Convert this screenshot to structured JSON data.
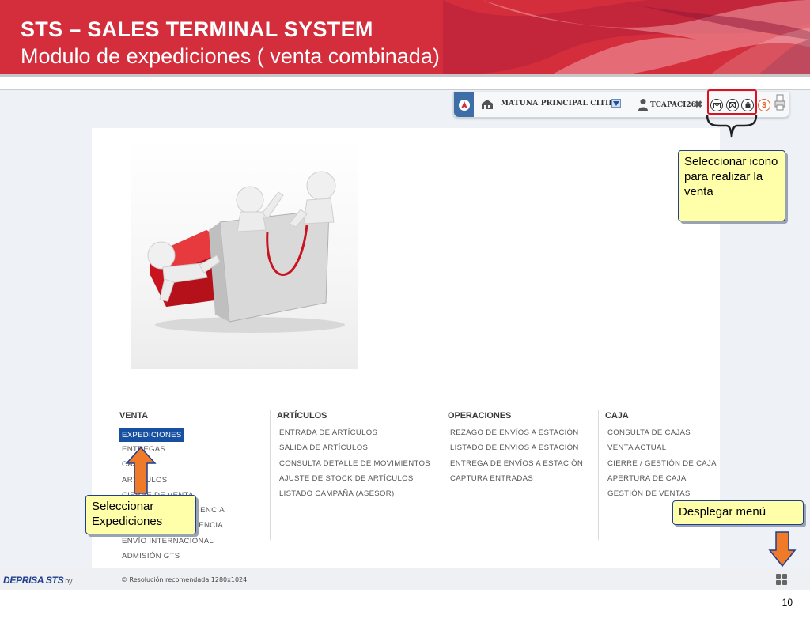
{
  "slide": {
    "title": "STS – SALES  TERMINAL SYSTEM",
    "subtitle": "Modulo de expediciones ( venta combinada)",
    "page_number": "10"
  },
  "toolbar": {
    "station": "MATUNA PRINCIPAL CITIBANK",
    "user": "TCAPACI26",
    "close": "✖",
    "dollar": "$"
  },
  "menu": {
    "columns": [
      {
        "header": "VENTA",
        "items": [
          "EXPEDICIONES",
          "ENTREGAS",
          "CAJA",
          "ARTÍCULOS",
          "CIERRE DE VENTA",
          "ADMISIÓN CONTINGENCIA",
          "ENTREGA CONTINGENCIA",
          "ENVÍO INTERNACIONAL",
          "ADMISIÓN GTS"
        ],
        "active_index": 0
      },
      {
        "header": "ARTÍCULOS",
        "items": [
          "ENTRADA DE ARTÍCULOS",
          "SALIDA DE ARTÍCULOS",
          "CONSULTA DETALLE DE MOVIMIENTOS",
          "AJUSTE DE STOCK DE ARTÍCULOS",
          "LISTADO CAMPAÑA (ASESOR)"
        ]
      },
      {
        "header": "OPERACIONES",
        "items": [
          "REZAGO DE ENVÍOS A ESTACIÓN",
          "LISTADO DE ENVIOS A ESTACIÓN",
          "ENTREGA DE ENVÍOS A ESTACIÓN",
          "CAPTURA ENTRADAS"
        ]
      },
      {
        "header": "CAJA",
        "items": [
          "CONSULTA DE CAJAS",
          "VENTA ACTUAL",
          "CIERRE / GESTIÓN DE CAJA",
          "APERTURA DE CAJA",
          "GESTIÓN DE VENTAS"
        ]
      }
    ]
  },
  "footer": {
    "brand": "DEPRISA STS",
    "brand_by": "by",
    "resolution": "© Resolución recomendada 1280x1024"
  },
  "callouts": {
    "icon_sale": "Seleccionar icono para realizar la venta",
    "expediciones": "Seleccionar Expediciones",
    "menu": "Desplegar menú"
  },
  "colors": {
    "header_red": "#d42d3c",
    "highlight_red": "#e0101e",
    "active_blue": "#174fa1",
    "callout_yellow": "#ffffaa",
    "arrow_orange": "#ee7a2a"
  }
}
